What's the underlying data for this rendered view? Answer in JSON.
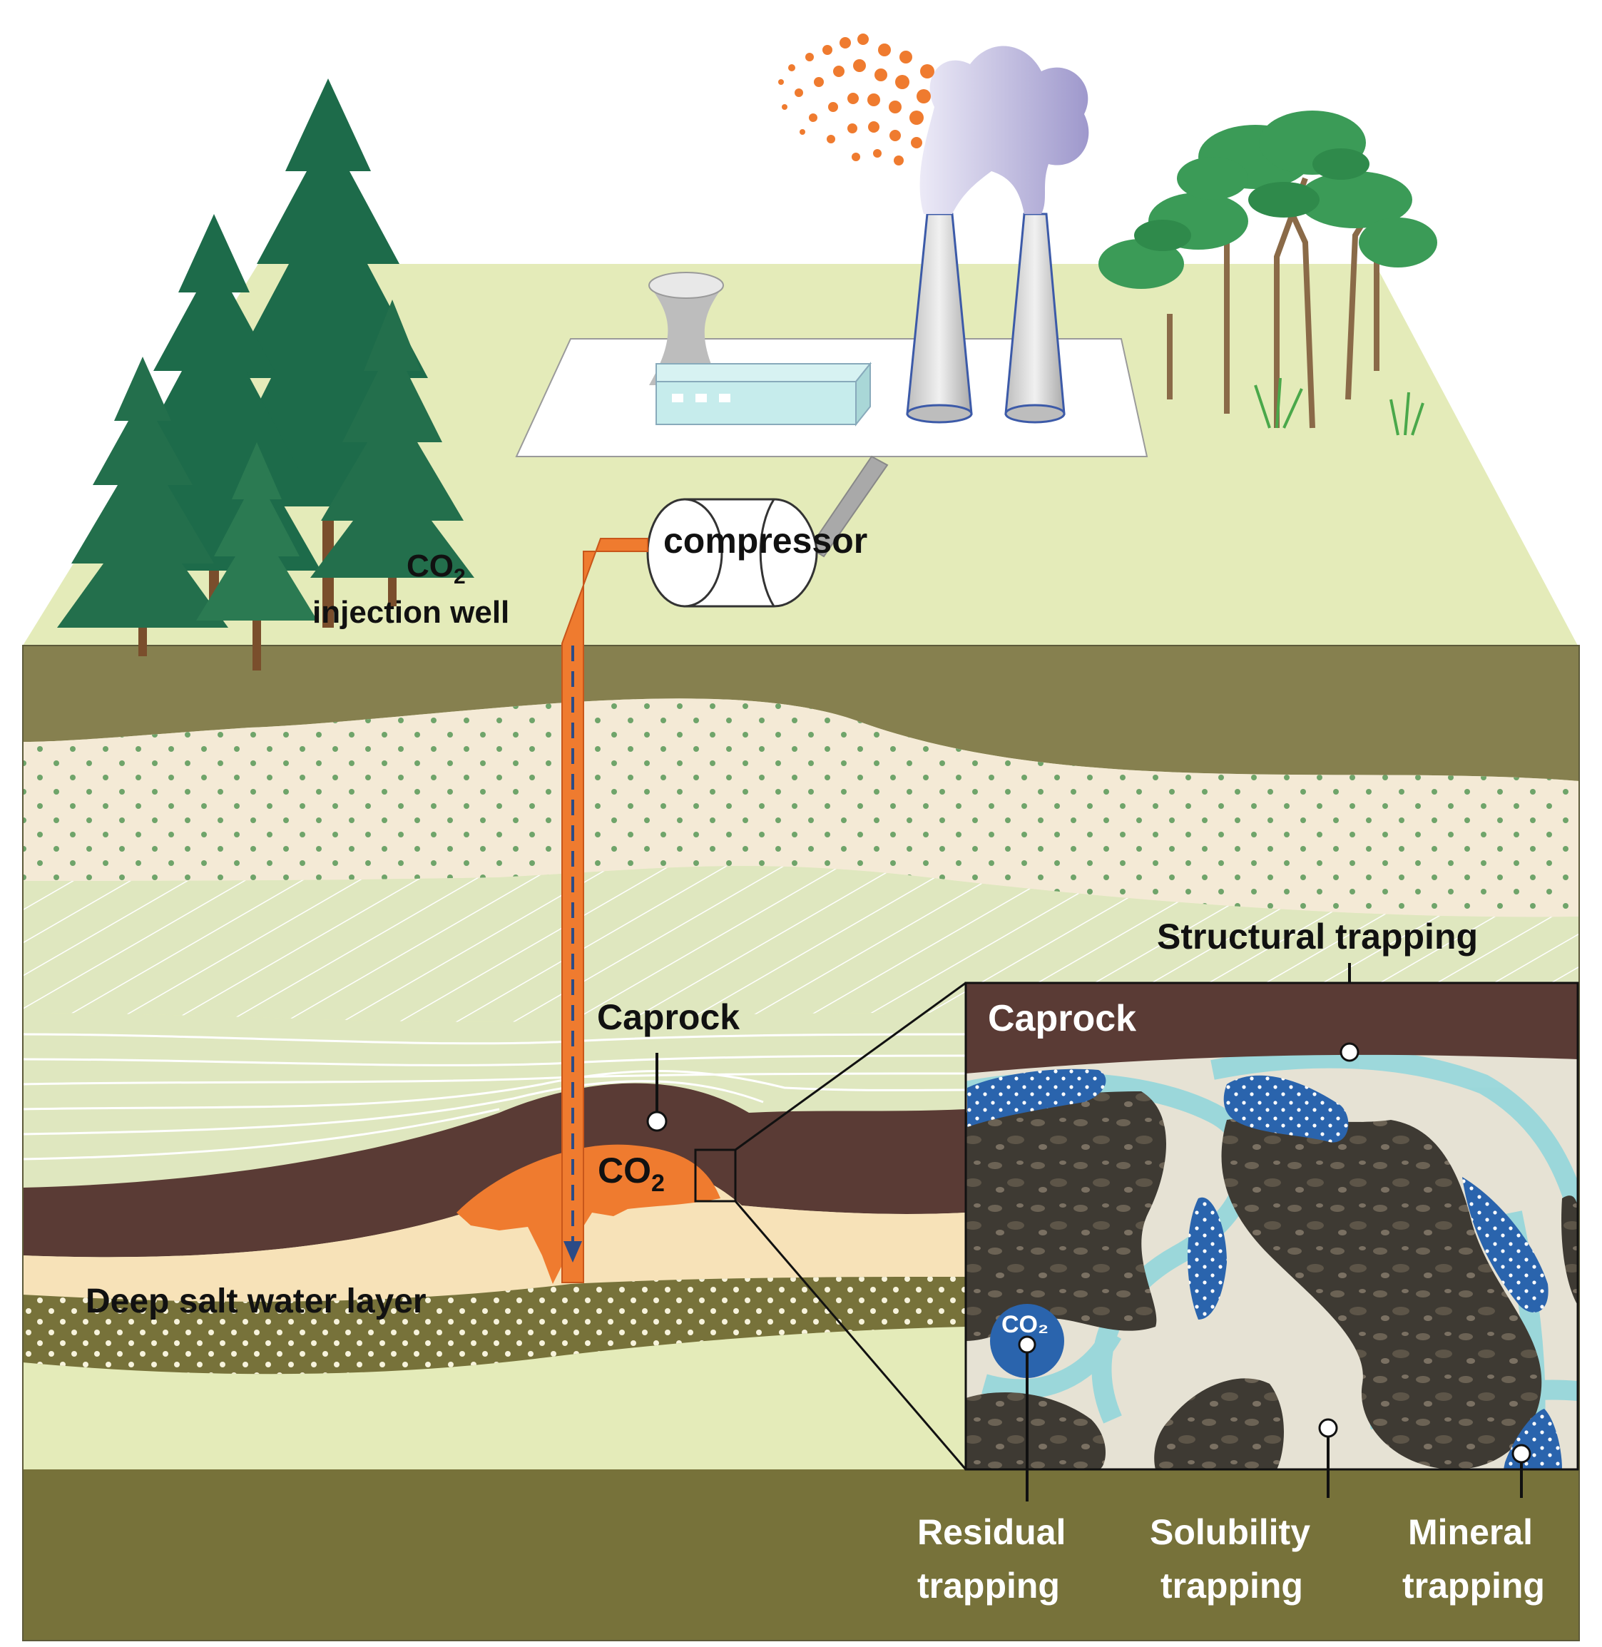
{
  "labels": {
    "compressor": "compressor",
    "injection_well_co2": "CO",
    "injection_well_sub": "2",
    "injection_well": "injection well",
    "caprock_main": "Caprock",
    "co2_plume": "CO",
    "co2_plume_sub": "2",
    "deep_salt_water": "Deep salt water layer",
    "structural_trapping": "Structural trapping",
    "caprock_inset": "Caprock",
    "co2_bubble": "CO₂",
    "residual_1": "Residual",
    "residual_2": "trapping",
    "solubility_1": "Solubility",
    "solubility_2": "trapping",
    "mineral_1": "Mineral",
    "mineral_2": "trapping"
  },
  "colors": {
    "surface": "#e4ebb9",
    "dark_soil": "#86804f",
    "dotted_sand": "#f4ead6",
    "striped_layer": "#dfe7bf",
    "caprock": "#5a3b35",
    "co2": "#ef7b2f",
    "saline": "#f7e2b8",
    "salt_layer": "#77723a",
    "pore_water": "#8fd6dc",
    "rock_grain": "#3e3a33",
    "co2_blue": "#2a64ad"
  }
}
